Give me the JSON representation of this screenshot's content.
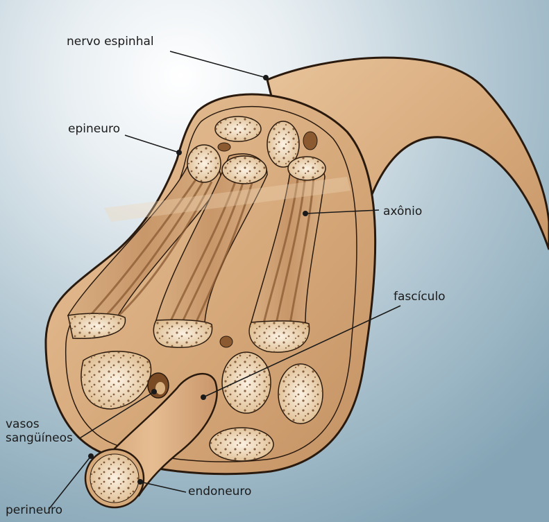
{
  "labels": {
    "nervo_espinhal": "nervo espinhal",
    "epineuro": "epineuro",
    "axonio": "axônio",
    "fasciculo": "fascículo",
    "vasos_sanguineos": "vasos\nsangüíneos",
    "endoneuro": "endoneuro",
    "perineuro": "perineuro"
  },
  "colors": {
    "background_light": "#e9eef1",
    "background_dark": "#8faebf",
    "nerve_light": "#e2b98d",
    "nerve_mid": "#cfa173",
    "nerve_dark": "#b9885a",
    "fascicle_light": "#f6e4cd",
    "fascicle_dark": "#ddb989",
    "outline": "#2a1a0e",
    "leader_line": "#1a1a1a",
    "axon_stripe": "#8a5a32"
  }
}
